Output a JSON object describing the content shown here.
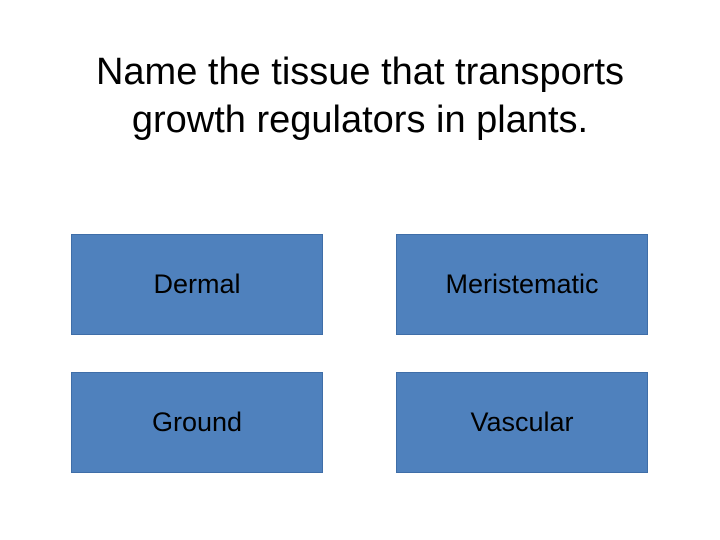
{
  "slide": {
    "question_line_1": "Name the tissue that transports",
    "question_line_2": "growth regulators in plants."
  },
  "options": [
    {
      "label": "Dermal"
    },
    {
      "label": "Meristematic"
    },
    {
      "label": "Ground"
    },
    {
      "label": "Vascular"
    }
  ],
  "colors": {
    "background": "#ffffff",
    "option_fill": "#4f81bd",
    "option_border": "#3f6ea8",
    "text": "#000000"
  }
}
